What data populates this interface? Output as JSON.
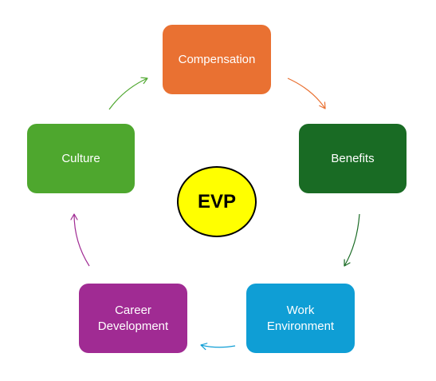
{
  "center": {
    "label": "EVP",
    "fill": "#ffff00"
  },
  "nodes": [
    {
      "id": "compensation",
      "label": "Compensation",
      "color": "#e97132"
    },
    {
      "id": "benefits",
      "label": "Benefits",
      "color": "#196b24"
    },
    {
      "id": "work-environment",
      "label": "Work\nEnvironment",
      "color": "#0f9ed5"
    },
    {
      "id": "career-development",
      "label": "Career\nDevelopment",
      "color": "#a02b93"
    },
    {
      "id": "culture",
      "label": "Culture",
      "color": "#4ea72e"
    }
  ],
  "arrows": [
    {
      "from": "compensation",
      "to": "benefits",
      "color": "#e97132"
    },
    {
      "from": "benefits",
      "to": "work-environment",
      "color": "#196b24"
    },
    {
      "from": "work-environment",
      "to": "career-development",
      "color": "#0f9ed5"
    },
    {
      "from": "career-development",
      "to": "culture",
      "color": "#a02b93"
    },
    {
      "from": "culture",
      "to": "compensation",
      "color": "#4ea72e"
    }
  ]
}
